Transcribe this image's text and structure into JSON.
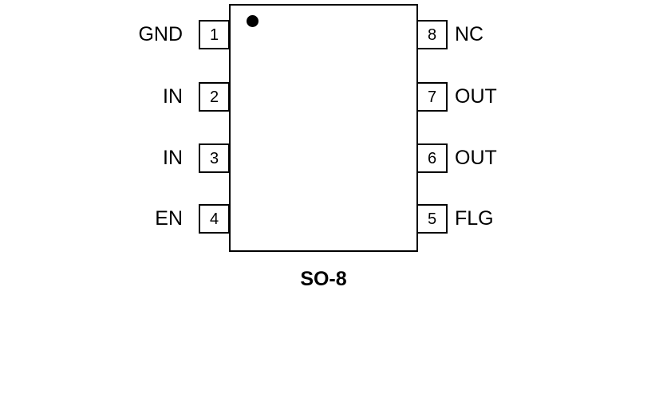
{
  "package": {
    "name": "SO-8"
  },
  "pins": {
    "left": [
      {
        "number": "1",
        "label": "GND"
      },
      {
        "number": "2",
        "label": "IN"
      },
      {
        "number": "3",
        "label": "IN"
      },
      {
        "number": "4",
        "label": "EN"
      }
    ],
    "right": [
      {
        "number": "8",
        "label": "NC"
      },
      {
        "number": "7",
        "label": "OUT"
      },
      {
        "number": "6",
        "label": "OUT"
      },
      {
        "number": "5",
        "label": "FLG"
      }
    ]
  },
  "colors": {
    "line": "#000000",
    "background": "#ffffff"
  }
}
